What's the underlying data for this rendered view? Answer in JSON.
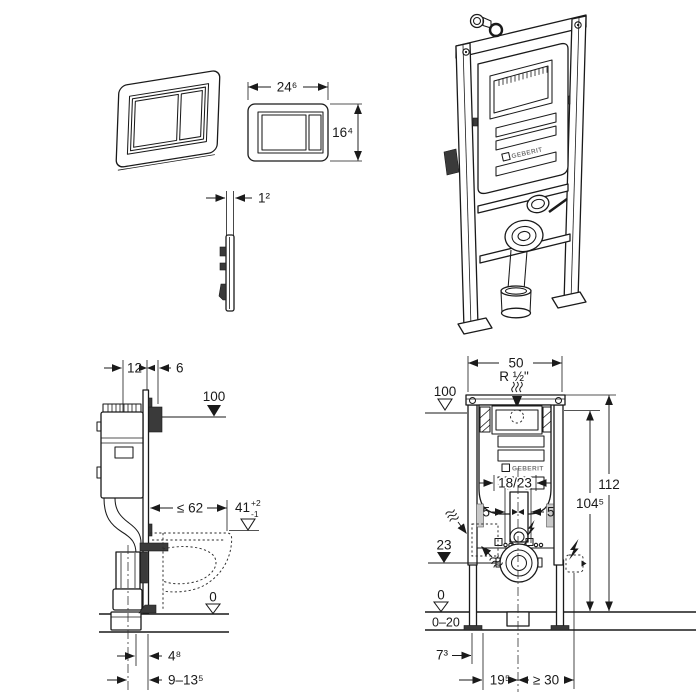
{
  "colors": {
    "ink": "#1a1a1a",
    "background": "#ffffff",
    "hatch_dark": "#3a3a3a",
    "logo_gray": "#787878"
  },
  "plate_front": {
    "width": "24⁶",
    "height": "16⁴"
  },
  "plate_side": {
    "thickness": "1²"
  },
  "frame_perspective": {
    "logo": "GEBERIT"
  },
  "frame_side": {
    "frame_depth": "12",
    "bracket_offset": "6",
    "meter_mark": "100",
    "bowl_depth_max": "≤ 62",
    "rim_height": "41",
    "rim_tol_upper": "+2",
    "rim_tol_lower": "-1",
    "floor_level": "0",
    "outlet_to_wall": "4⁸",
    "outlet_range": "9–13⁵"
  },
  "frame_front": {
    "width": "50",
    "water_connection": "R ½\"",
    "meter_mark": "100",
    "total_height": "112",
    "upper_edge_height": "104⁵",
    "flush_pipe": "18/23",
    "offset_left": "5",
    "offset_right": "5",
    "outlet_height": "23",
    "floor_level": "0",
    "screed_range": "0–20",
    "leg_offset": "7³",
    "outlet_center": "19⁵",
    "socket_distance": "≥ 30",
    "logo": "GEBERIT"
  }
}
